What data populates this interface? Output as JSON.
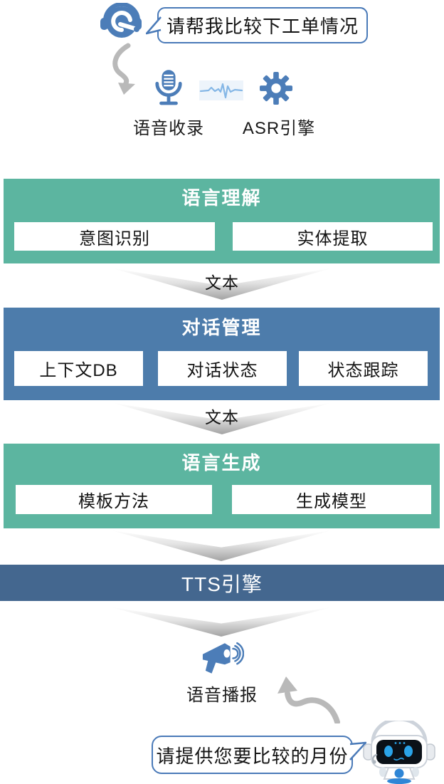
{
  "user_bubble": {
    "text": "请帮我比较下工单情况"
  },
  "voice_capture": {
    "mic_label": "语音收录",
    "asr_label": "ASR引擎"
  },
  "blocks": {
    "nlu": {
      "title": "语言理解",
      "items": [
        "意图识别",
        "实体提取"
      ]
    },
    "dm": {
      "title": "对话管理",
      "items": [
        "上下文DB",
        "对话状态",
        "状态跟踪"
      ]
    },
    "nlg": {
      "title": "语言生成",
      "items": [
        "模板方法",
        "生成模型"
      ]
    },
    "tts": {
      "title": "TTS引擎"
    }
  },
  "flow_labels": {
    "nlu_to_dm": "文本",
    "dm_to_nlg": "文本"
  },
  "voice_output": {
    "label": "语音播报"
  },
  "bot_bubble": {
    "text": "请提供您要比较的月份"
  },
  "icons": [
    "headset-icon",
    "microphone-icon",
    "waveform-icon",
    "gear-icon",
    "megaphone-icon",
    "robot-icon",
    "curved-arrow-down-icon",
    "curved-arrow-up-icon"
  ],
  "colors": {
    "teal": "#5cb5a0",
    "steel_blue": "#4d7cab",
    "dark_blue": "#44678f",
    "icon_blue": "#4c7db8",
    "bubble_border": "#4a7ab8",
    "arrow_gray": "#b9b9b9"
  }
}
